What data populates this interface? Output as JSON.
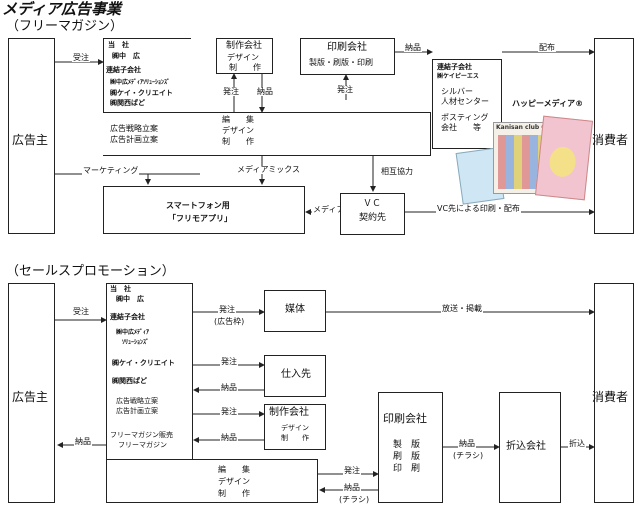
{
  "title": "メディア広告事業",
  "top": {
    "section": "（フリーマガジン）",
    "advertiser": "広告主",
    "consumer": "消費者",
    "order": "受注",
    "company": [
      "当　社",
      "㈱中　広",
      "連結子会社",
      "㈱中広ﾒﾃﾞｨｱｿﾘｭｰｼｮﾝｽﾞ",
      "㈱ケイ・クリエイト",
      "㈱関西ぱど"
    ],
    "planning": [
      "広告戦略立案",
      "広告計画立案"
    ],
    "edit": [
      "編　　集",
      "デザイン",
      "制　　作"
    ],
    "prod": [
      "制作会社",
      "デザイン",
      "制　　作"
    ],
    "print": [
      "印刷会社",
      "製版・刷版・印刷"
    ],
    "order2": "発注",
    "delivery": "納品",
    "order3": "発注",
    "delivery2": "納品",
    "distribute": "配布",
    "sub": [
      "連結子会社",
      "㈱ケイピーエス",
      "シルバー",
      "人材センター",
      "ポスティング",
      "会社　　等"
    ],
    "happy": "ハッピーメディア®",
    "magazine": "Kanisan club 6",
    "marketing": "マーケティング",
    "mediamix": "メディアミックス",
    "mutual": "相互協力",
    "app": [
      "スマートフォン用",
      "「フリモアプリ」"
    ],
    "mediamix2": "メディアミックス",
    "vc": [
      "ＶＣ",
      "契約先"
    ],
    "vcprint": "VC先による印刷・配布"
  },
  "bottom": {
    "section": "（セールスプロモーション）",
    "advertiser": "広告主",
    "consumer": "消費者",
    "order": "受注",
    "company": [
      "当　社",
      "㈱中　広",
      "連結子会社",
      "㈱中広ﾒﾃﾞｨｱ",
      "ｿﾘｭｰｼｮﾝｽﾞ",
      "㈱ケイ・クリエイト",
      "㈱関西ぱど"
    ],
    "planning": [
      "広告戦略立案",
      "広告計画立案"
    ],
    "sales": [
      "フリーマガジン販売",
      "フリーマガジン"
    ],
    "edit": [
      "編　　集",
      "デザイン",
      "制　　作"
    ],
    "delivery_left": "納品",
    "media_order": [
      "発注",
      "(広告枠)"
    ],
    "media": "媒体",
    "broadcast": "放送・掲載",
    "supplier_order": "発注",
    "supplier": "仕入先",
    "supplier_delivery": "納品",
    "prod_order": "発注",
    "prod": [
      "制作会社",
      "デザイン",
      "制　　作"
    ],
    "prod_delivery": "納品",
    "print_order": "発注",
    "print_delivery": [
      "納品",
      "(チラシ)"
    ],
    "print": [
      "印刷会社",
      "製　版",
      "刷　版",
      "印　刷"
    ],
    "to_insert": [
      "納品",
      "(チラシ)"
    ],
    "insert": "折込会社",
    "insert_label": "折込"
  },
  "colors": {
    "line": "#222222",
    "magazine_pink": "#e9a3b4",
    "magazine_blue": "#6aa8d8",
    "magazine_yellow": "#f2d25c"
  }
}
